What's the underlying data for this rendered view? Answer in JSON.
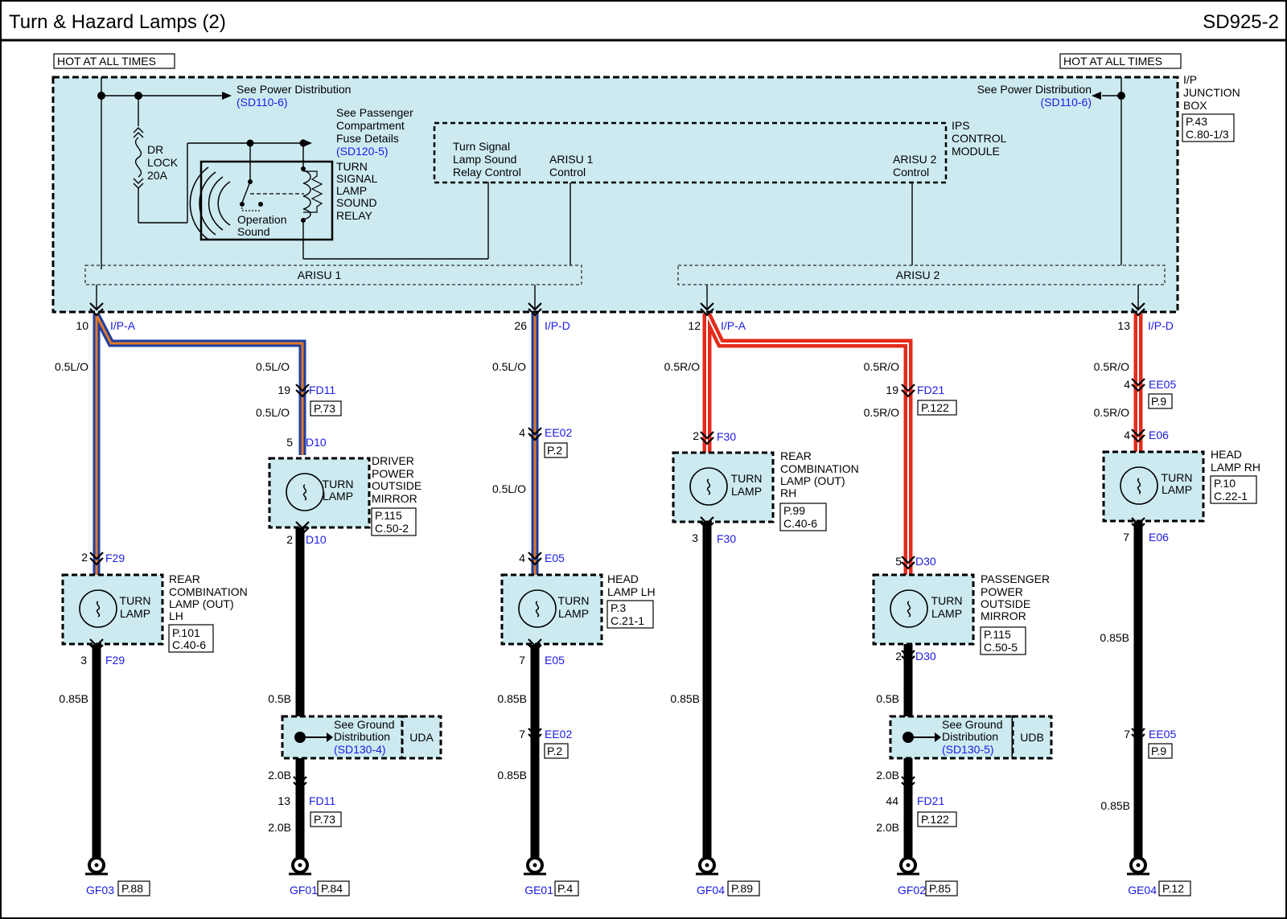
{
  "header": {
    "title": "Turn & Hazard Lamps (2)",
    "page_code": "SD925-2"
  },
  "power": {
    "hot_left": "HOT AT ALL TIMES",
    "hot_right": "HOT AT ALL TIMES",
    "see_power_left": "See Power Distribution",
    "see_power_left_ref": "(SD110-6)",
    "see_power_right": "See Power Distribution",
    "see_power_right_ref": "(SD110-6)"
  },
  "junction_box": {
    "line1": "I/P",
    "line2": "JUNCTION",
    "line3": "BOX",
    "ref1": "P.43",
    "ref2": "C.80-1/3"
  },
  "fuse": {
    "line1": "DR",
    "line2": "LOCK",
    "line3": "20A"
  },
  "passenger_fuse": {
    "line1": "See Passenger",
    "line2": "Compartment",
    "line3": "Fuse Details",
    "ref": "(SD120-5)"
  },
  "relay": {
    "line1": "TURN",
    "line2": "SIGNAL",
    "line3": "LAMP",
    "line4": "SOUND",
    "line5": "RELAY",
    "op1": "Operation",
    "op2": "Sound"
  },
  "ips": {
    "line1": "IPS",
    "line2": "CONTROL",
    "line3": "MODULE",
    "relay_ctrl1": "Turn Signal",
    "relay_ctrl2": "Lamp Sound",
    "relay_ctrl3": "Relay Control",
    "arisu1_ctrl1": "ARISU 1",
    "arisu1_ctrl2": "Control",
    "arisu2_ctrl1": "ARISU 2",
    "arisu2_ctrl2": "Control"
  },
  "arisu": {
    "a1": "ARISU 1",
    "a2": "ARISU 2"
  },
  "circuits": {
    "c1": {
      "pin": "10",
      "conn": "I/P-A",
      "wire1": "0.5L/O",
      "lamp_in_pin": "2",
      "lamp_in_conn": "F29",
      "lamp_label1": "TURN",
      "lamp_label2": "LAMP",
      "comp1": "REAR",
      "comp2": "COMBINATION",
      "comp3": "LAMP (OUT)",
      "comp4": "LH",
      "comp_ref1": "P.101",
      "comp_ref2": "C.40-6",
      "lamp_out_pin": "3",
      "lamp_out_conn": "F29",
      "wire2": "0.85B",
      "ground": "GF03",
      "ground_ref": "P.88"
    },
    "c2": {
      "wire1": "0.5L/O",
      "conn1_pin": "19",
      "conn1": "FD11",
      "conn1_ref": "P.73",
      "wire2": "0.5L/O",
      "lamp_in_pin": "5",
      "lamp_in_conn": "D10",
      "lamp_label1": "TURN",
      "lamp_label2": "LAMP",
      "comp1": "DRIVER",
      "comp2": "POWER",
      "comp3": "OUTSIDE",
      "comp4": "MIRROR",
      "comp_ref1": "P.115",
      "comp_ref2": "C.50-2",
      "lamp_out_pin": "2",
      "lamp_out_conn": "D10",
      "wire3": "0.5B",
      "gd1": "See Ground",
      "gd2": "Distribution",
      "gd_ref": "(SD130-4)",
      "gd_box": "UDA",
      "wire4": "2.0B",
      "conn2_pin": "13",
      "conn2": "FD11",
      "conn2_ref": "P.73",
      "wire5": "2.0B",
      "ground": "GF01",
      "ground_ref": "P.84"
    },
    "c3": {
      "pin": "26",
      "conn": "I/P-D",
      "wire1": "0.5L/O",
      "conn1_pin": "4",
      "conn1": "EE02",
      "conn1_ref": "P.2",
      "wire2": "0.5L/O",
      "lamp_in_pin": "4",
      "lamp_in_conn": "E05",
      "lamp_label1": "TURN",
      "lamp_label2": "LAMP",
      "comp1": "HEAD",
      "comp2": "LAMP LH",
      "comp_ref1": "P.3",
      "comp_ref2": "C.21-1",
      "lamp_out_pin": "7",
      "lamp_out_conn": "E05",
      "wire3": "0.85B",
      "conn2_pin": "7",
      "conn2": "EE02",
      "conn2_ref": "P.2",
      "wire4": "0.85B",
      "ground": "GE01",
      "ground_ref": "P.4"
    },
    "c4": {
      "pin": "12",
      "conn": "I/P-A",
      "wire1": "0.5R/O",
      "lamp_in_pin": "2",
      "lamp_in_conn": "F30",
      "lamp_label1": "TURN",
      "lamp_label2": "LAMP",
      "comp1": "REAR",
      "comp2": "COMBINATION",
      "comp3": "LAMP (OUT)",
      "comp4": "RH",
      "comp_ref1": "P.99",
      "comp_ref2": "C.40-6",
      "lamp_out_pin": "3",
      "lamp_out_conn": "F30",
      "wire2": "0.85B",
      "ground": "GF04",
      "ground_ref": "P.89"
    },
    "c5": {
      "wire1": "0.5R/O",
      "conn1_pin": "19",
      "conn1": "FD21",
      "conn1_ref": "P.122",
      "wire2": "0.5R/O",
      "lamp_in_pin": "5",
      "lamp_in_conn": "D30",
      "lamp_label1": "TURN",
      "lamp_label2": "LAMP",
      "comp1": "PASSENGER",
      "comp2": "POWER",
      "comp3": "OUTSIDE",
      "comp4": "MIRROR",
      "comp_ref1": "P.115",
      "comp_ref2": "C.50-5",
      "lamp_out_pin": "2",
      "lamp_out_conn": "D30",
      "wire3": "0.5B",
      "gd1": "See Ground",
      "gd2": "Distribution",
      "gd_ref": "(SD130-5)",
      "gd_box": "UDB",
      "wire4": "2.0B",
      "conn2_pin": "44",
      "conn2": "FD21",
      "conn2_ref": "P.122",
      "wire5": "2.0B",
      "ground": "GF02",
      "ground_ref": "P.85"
    },
    "c6": {
      "pin": "13",
      "conn": "I/P-D",
      "wire1": "0.5R/O",
      "conn1_pin": "4",
      "conn1": "EE05",
      "conn1_ref": "P.9",
      "wire2": "0.5R/O",
      "lamp_in_pin": "4",
      "lamp_in_conn": "E06",
      "lamp_label1": "TURN",
      "lamp_label2": "LAMP",
      "comp1": "HEAD",
      "comp2": "LAMP RH",
      "comp_ref1": "P.10",
      "comp_ref2": "C.22-1",
      "lamp_out_pin": "7",
      "lamp_out_conn": "E06",
      "wire3": "0.85B",
      "conn2_pin": "7",
      "conn2": "EE05",
      "conn2_ref": "P.9",
      "wire4": "0.85B",
      "ground": "GE04",
      "ground_ref": "P.12"
    }
  },
  "colors": {
    "panel": "#cdeaf1",
    "wire_lo_blue": "#1f3fa0",
    "wire_lo_orange": "#e07a28",
    "wire_ro_red": "#e42b1c",
    "wire_black": "#000000",
    "ref_text": "#1a1ae6"
  }
}
